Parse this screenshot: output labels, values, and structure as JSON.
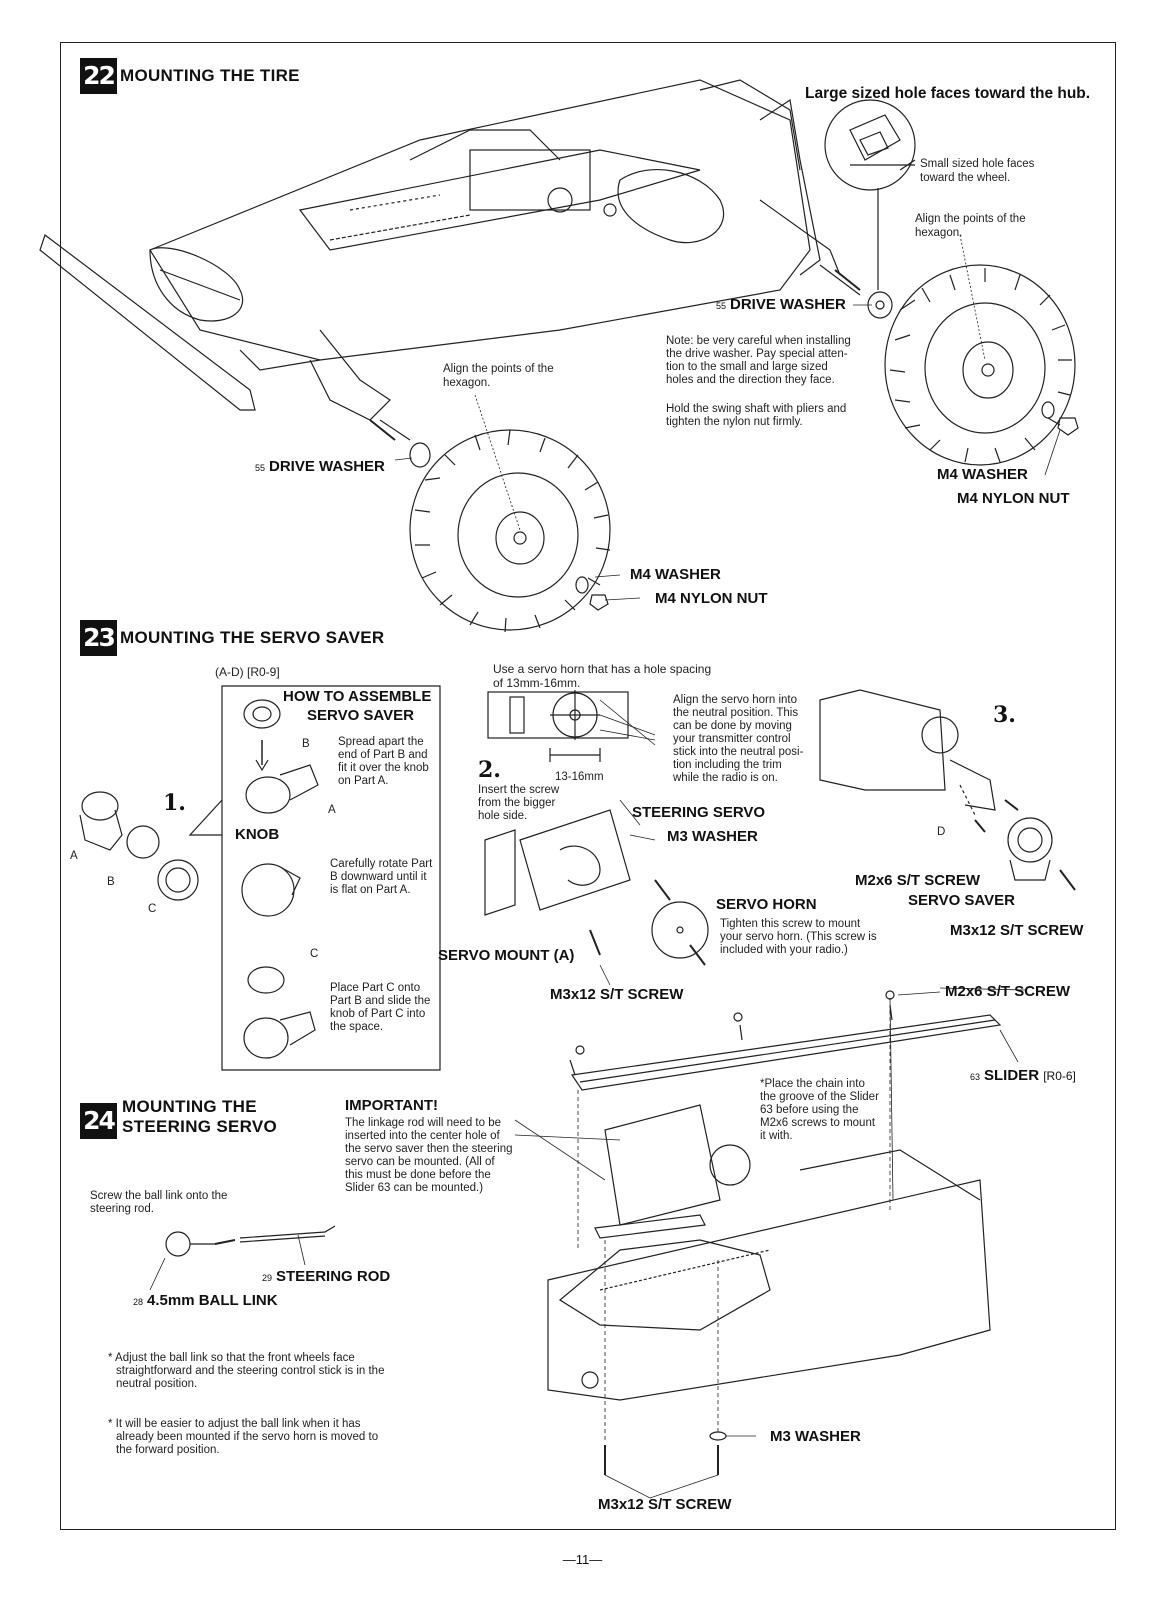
{
  "sections": {
    "s22": {
      "num": "22",
      "title": "MOUNTING THE TIRE"
    },
    "s23": {
      "num": "23",
      "title": "MOUNTING THE SERVO SAVER"
    },
    "s24": {
      "num": "24",
      "title1": "MOUNTING THE",
      "title2": "STEERING SERVO"
    }
  },
  "s22": {
    "large_hole": "Large sized hole faces toward the hub.",
    "small_hole1": "Small sized hole faces",
    "small_hole2": "toward the wheel.",
    "align_r1": "Align the points of the",
    "align_r2": "hexagon.",
    "drive_washer_r_pn": "55",
    "drive_washer_r": "DRIVE WASHER",
    "note1": "Note: be very careful when installing",
    "note2": "the drive washer. Pay special atten-",
    "note3": "tion to the small and large sized",
    "note4": "holes and the direction they face.",
    "hold1": "Hold the swing shaft with pliers and",
    "hold2": "tighten the nylon nut firmly.",
    "align_l1": "Align the points of the",
    "align_l2": "hexagon.",
    "drive_washer_l_pn": "55",
    "drive_washer_l": "DRIVE WASHER",
    "m4_washer_r": "M4 WASHER",
    "m4_nut_r": "M4 NYLON NUT",
    "m4_washer_l": "M4 WASHER",
    "m4_nut_l": "M4 NYLON NUT"
  },
  "s23": {
    "ref": "(A-D)   [R0-9]",
    "how1": "HOW TO ASSEMBLE",
    "how2": "SERVO SAVER",
    "b_label": "B",
    "b_note1": "Spread apart the",
    "b_note2": "end of Part B and",
    "b_note3": "fit it over the knob",
    "b_note4": "on Part A.",
    "a_label": "A",
    "knob": "KNOB",
    "rot1": "Carefully rotate Part",
    "rot2": "B downward until it",
    "rot3": "is flat on Part A.",
    "c_label": "C",
    "place1": "Place Part C onto",
    "place2": "Part B and slide the",
    "place3": "knob of Part C into",
    "place4": "the space.",
    "step1": "1.",
    "p_a": "A",
    "p_b": "B",
    "p_c": "C",
    "horn1": "Use a servo horn that has a hole spacing",
    "horn2": "of 13mm-16mm.",
    "spacing": "13-16mm",
    "align1": "Align the servo horn into",
    "align2": "the neutral position. This",
    "align3": "can be done by moving",
    "align4": "your transmitter control",
    "align5": "stick into the neutral posi-",
    "align6": "tion including the trim",
    "align7": "while the radio is on.",
    "step2": "2.",
    "insert1": "Insert the screw",
    "insert2": "from the bigger",
    "insert3": "hole side.",
    "steering_servo": "STEERING SERVO",
    "m3_washer": "M3 WASHER",
    "servo_horn": "SERVO HORN",
    "tight1": "Tighten this screw to mount",
    "tight2": "your servo horn. (This screw is",
    "tight3": "included with your radio.)",
    "servo_mount": "SERVO MOUNT (A)",
    "m3x12": "M3x12 S/T SCREW",
    "step3": "3.",
    "d_label": "D",
    "m2x6": "M2x6 S/T SCREW",
    "servo_saver": "SERVO SAVER",
    "m3x12_r": "M3x12 S/T SCREW"
  },
  "s24": {
    "important": "IMPORTANT!",
    "imp1": "The linkage rod will need to be",
    "imp2": "inserted into the center hole of",
    "imp3": "the servo saver then the steering",
    "imp4": "servo can be mounted. (All of",
    "imp5": "this must be done before the",
    "imp6": "Slider 63 can be mounted.)",
    "screw1": "Screw the ball link onto the",
    "screw2": "steering rod.",
    "rod_pn": "29",
    "rod": "STEERING ROD",
    "link_pn": "28",
    "link": "4.5mm BALL LINK",
    "adj1": "* Adjust the ball link so that the front wheels face",
    "adj2": "straightforward and the steering control stick is in the",
    "adj3": "neutral position.",
    "easy1": "* It will be easier to adjust the ball link when it has",
    "easy2": "already been mounted if the servo horn is moved to",
    "easy3": "the forward position.",
    "m2x6_top": "M2x6 S/T SCREW",
    "slider_pn": "63",
    "slider": "SLIDER",
    "slider_ref": "[R0-6]",
    "chain1": "*Place the chain into",
    "chain2": "the groove of the Slider",
    "chain3": "63  before using the",
    "chain4": "M2x6 screws to mount",
    "chain5": "it with.",
    "m3_washer": "M3 WASHER",
    "m3x12": "M3x12 S/T SCREW"
  },
  "page_number": "—11—"
}
